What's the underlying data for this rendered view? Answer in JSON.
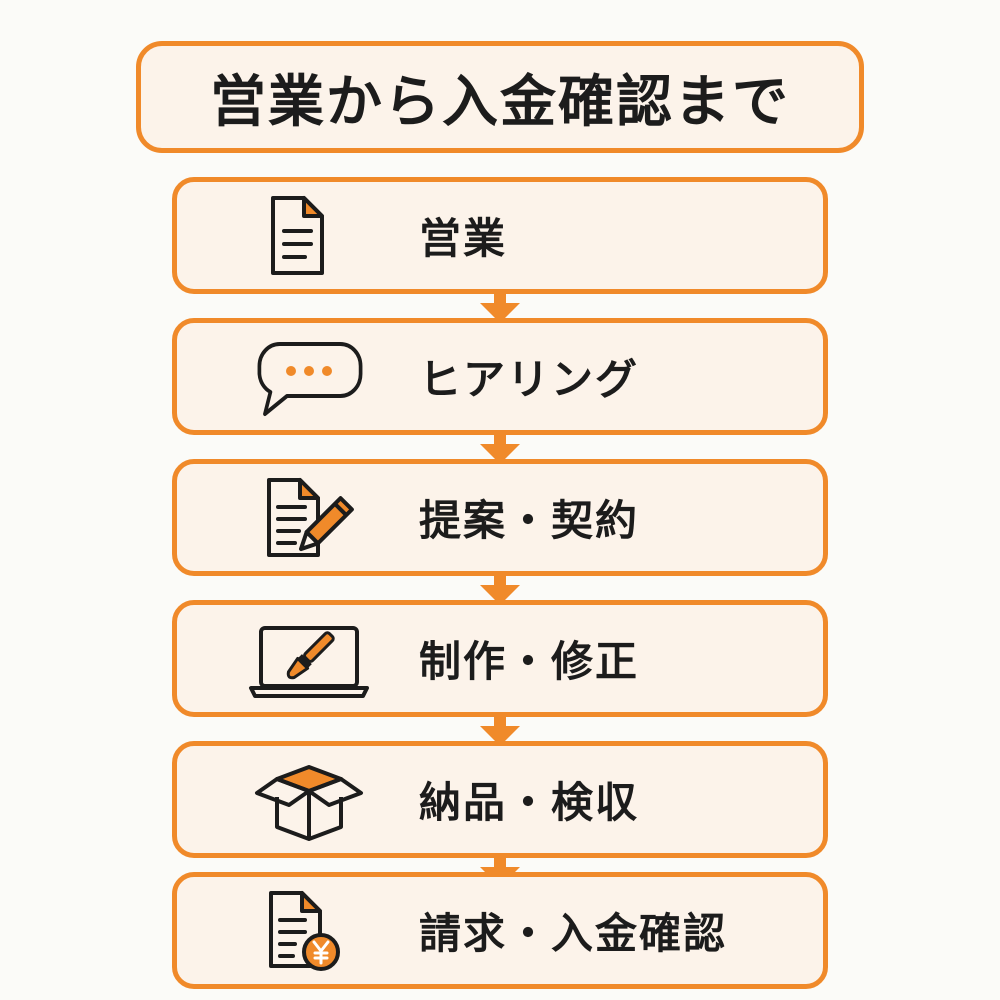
{
  "title": "営業から入金確認まで",
  "accent_color": "#f08a2a",
  "box_fill": "#fcf3ea",
  "steps": [
    {
      "label": "営業",
      "icon": "document-icon"
    },
    {
      "label": "ヒアリング",
      "icon": "speech-bubble-icon"
    },
    {
      "label": "提案・契約",
      "icon": "document-pen-icon"
    },
    {
      "label": "制作・修正",
      "icon": "laptop-brush-icon"
    },
    {
      "label": "納品・検収",
      "icon": "open-box-icon"
    },
    {
      "label": "請求・入金確認",
      "icon": "invoice-yen-icon"
    }
  ]
}
